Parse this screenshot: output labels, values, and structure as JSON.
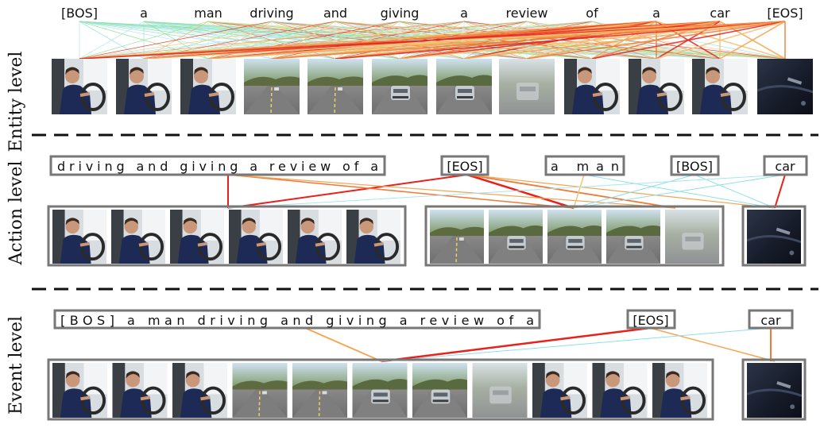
{
  "levels": {
    "entity": "Entity level",
    "action": "Action level",
    "event": "Event level"
  },
  "entity_tokens": [
    "[BOS]",
    "a",
    "man",
    "driving",
    "and",
    "giving",
    "a",
    "review",
    "of",
    "a",
    "car",
    "[EOS]"
  ],
  "frames": [
    "driver",
    "driver",
    "driver",
    "road",
    "road",
    "car-front",
    "car-front",
    "car-faded",
    "driver",
    "driver",
    "driver",
    "car-dark"
  ],
  "action_groups": {
    "text": [
      "driving and giving a review of a",
      "[EOS]",
      "a man",
      "[BOS]",
      "car"
    ],
    "video": [
      [
        "driver",
        "driver",
        "driver",
        "driver",
        "driver",
        "driver"
      ],
      [
        "road",
        "car-front",
        "car-front",
        "car-front",
        "car-faded"
      ],
      [
        "car-dark"
      ]
    ]
  },
  "event_groups": {
    "text": [
      "[BOS] a man driving and giving a review of a",
      "[EOS]",
      "car"
    ],
    "video": [
      [
        "driver",
        "driver",
        "driver",
        "road",
        "road",
        "car-front",
        "car-front",
        "car-faded",
        "driver",
        "driver",
        "driver"
      ],
      [
        "car-dark"
      ]
    ]
  },
  "colors": {
    "strong": "#e8211a",
    "orange": "#f07a36",
    "light_orange": "#f5a552",
    "green": "#8ee08a",
    "cyan": "#8ee0e8",
    "box": "#777777",
    "separator": "#111111"
  }
}
